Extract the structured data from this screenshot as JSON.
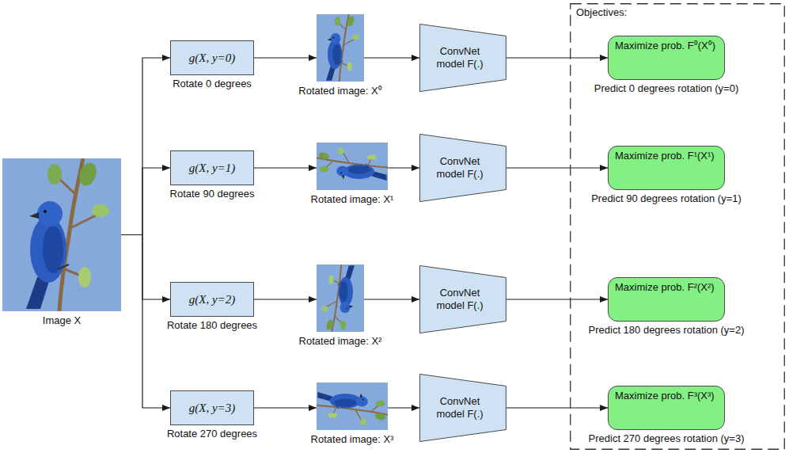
{
  "diagram": {
    "nodes": [
      {
        "text": [
          "Image X"
        ]
      },
      {
        "text": [
          "g(X, y=0)",
          "Rotate 0 degrees"
        ]
      },
      {
        "text": [
          "g(X, y=1)",
          "Rotate 90 degrees"
        ]
      },
      {
        "text": [
          "g(X, y=2)",
          "Rotate 180 degrees"
        ]
      },
      {
        "text": [
          "g(X, y=3)",
          "Rotate 270 degrees"
        ]
      },
      {
        "text": [
          "Rotated image: X⁰"
        ]
      },
      {
        "text": [
          "Rotated image: X¹"
        ]
      },
      {
        "text": [
          "Rotated image: X²"
        ]
      },
      {
        "text": [
          "Rotated image: X³"
        ]
      },
      {
        "text": [
          "ConvNet model F(.)"
        ]
      },
      {
        "text": [
          "ConvNet model F(.)"
        ]
      },
      {
        "text": [
          "ConvNet model F(.)"
        ]
      },
      {
        "text": [
          "ConvNet model F(.)"
        ]
      },
      {
        "text": [
          "Objectives:"
        ]
      },
      {
        "text": [
          "Maximize prob. F⁰(X⁰)",
          "Predict 0 degrees rotation (y=0)"
        ],
        "in": 13
      },
      {
        "text": [
          "Maximize prob. F¹(X¹)",
          "Predict 90 degrees rotation (y=1)"
        ],
        "in": 13
      },
      {
        "text": [
          "Maximize prob. F²(X²)",
          "Predict 180 degrees rotation (y=2)"
        ],
        "in": 13
      },
      {
        "text": [
          "Maximize prob. F³(X³)",
          "Predict 270 degrees rotation (y=3)"
        ],
        "in": 13
      }
    ],
    "edges": [
      {
        "from": 0,
        "to": 1,
        "arrow": "to"
      },
      {
        "from": 0,
        "to": 2,
        "arrow": "to"
      },
      {
        "from": 0,
        "to": 3,
        "arrow": "to"
      },
      {
        "from": 0,
        "to": 4,
        "arrow": "to"
      },
      {
        "from": 1,
        "to": 5,
        "arrow": "to"
      },
      {
        "from": 2,
        "to": 6,
        "arrow": "to"
      },
      {
        "from": 3,
        "to": 7,
        "arrow": "to"
      },
      {
        "from": 4,
        "to": 8,
        "arrow": "to"
      },
      {
        "from": 5,
        "to": 9,
        "arrow": "to"
      },
      {
        "from": 6,
        "to": 10,
        "arrow": "to"
      },
      {
        "from": 7,
        "to": 11,
        "arrow": "to"
      },
      {
        "from": 8,
        "to": 12,
        "arrow": "to"
      },
      {
        "from": 9,
        "to": 14,
        "arrow": "to"
      },
      {
        "from": 10,
        "to": 15,
        "arrow": "to"
      },
      {
        "from": 11,
        "to": 16,
        "arrow": "to"
      },
      {
        "from": 12,
        "to": 17,
        "arrow": "to"
      }
    ]
  }
}
